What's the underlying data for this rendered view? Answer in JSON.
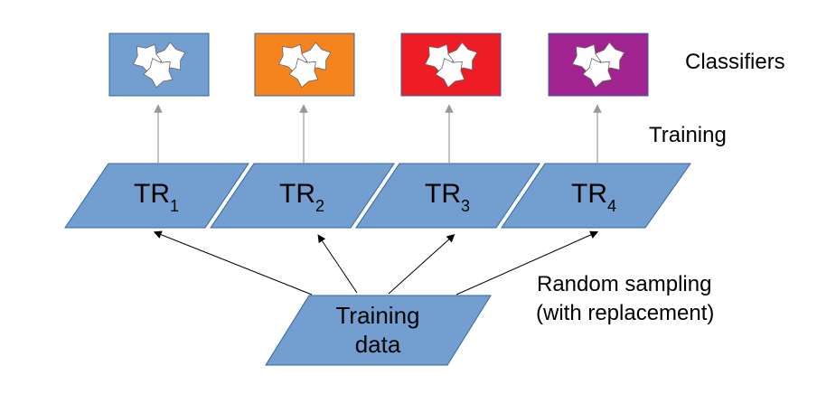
{
  "labels": {
    "classifiers": "Classifiers",
    "training": "Training",
    "random_sampling_line1": "Random sampling",
    "random_sampling_line2": "(with replacement)"
  },
  "training_data": {
    "line1": "Training",
    "line2": "data"
  },
  "subsets": [
    {
      "base": "TR",
      "sub": "1"
    },
    {
      "base": "TR",
      "sub": "2"
    },
    {
      "base": "TR",
      "sub": "3"
    },
    {
      "base": "TR",
      "sub": "4"
    }
  ],
  "classifiers": [
    {
      "color": "#729fcf"
    },
    {
      "color": "#f5841f"
    },
    {
      "color": "#ee1c25"
    },
    {
      "color": "#a1238f"
    }
  ],
  "colors": {
    "shape_fill": "#729fcf",
    "shape_stroke": "#3465a4",
    "gray_arrow": "#999999",
    "black_arrow": "#000000"
  }
}
